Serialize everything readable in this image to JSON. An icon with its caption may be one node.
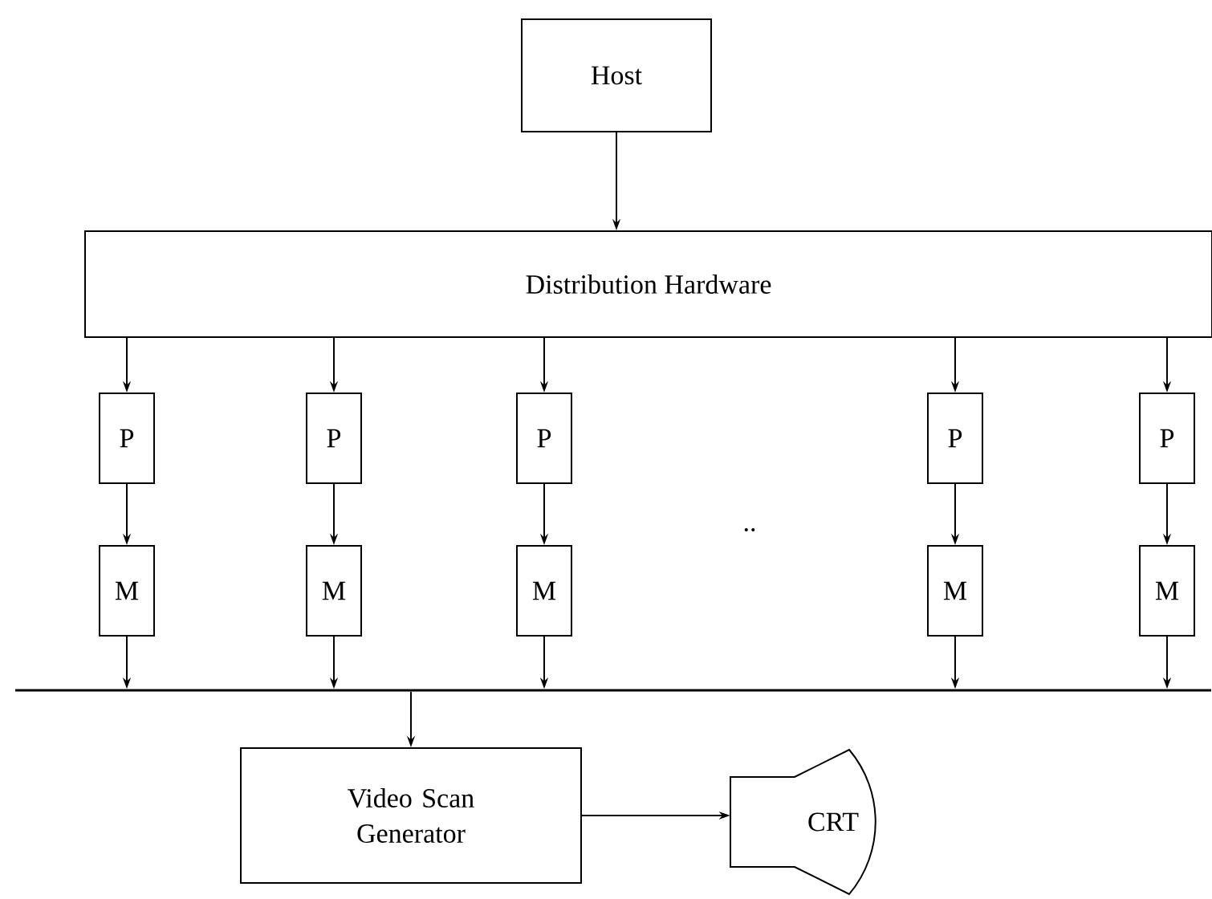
{
  "diagram": {
    "nodes": [
      {
        "text": [
          "Host"
        ]
      },
      {
        "text": [
          "Distribution Hardware"
        ]
      },
      {
        "text": [
          "P"
        ]
      },
      {
        "text": [
          "P"
        ]
      },
      {
        "text": [
          "P"
        ]
      },
      {
        "text": [
          "P"
        ]
      },
      {
        "text": [
          "P"
        ]
      },
      {
        "text": [
          "M"
        ]
      },
      {
        "text": [
          "M"
        ]
      },
      {
        "text": [
          "M"
        ]
      },
      {
        "text": [
          "M"
        ]
      },
      {
        "text": [
          "M"
        ]
      },
      {
        "text": [],
        "shape": "line"
      },
      {
        "text": [
          "Video Scan Generator"
        ]
      },
      {
        "text": [
          "CRT"
        ]
      }
    ],
    "edges": [
      {
        "from": 0,
        "to": 1,
        "arrow": "to"
      },
      {
        "from": 1,
        "to": 2,
        "arrow": "to"
      },
      {
        "from": 1,
        "to": 3,
        "arrow": "to"
      },
      {
        "from": 1,
        "to": 4,
        "arrow": "to"
      },
      {
        "from": 1,
        "to": 5,
        "arrow": "to"
      },
      {
        "from": 1,
        "to": 6,
        "arrow": "to"
      },
      {
        "from": 2,
        "to": 7,
        "arrow": "to"
      },
      {
        "from": 3,
        "to": 8,
        "arrow": "to"
      },
      {
        "from": 4,
        "to": 9,
        "arrow": "to"
      },
      {
        "from": 5,
        "to": 10,
        "arrow": "to"
      },
      {
        "from": 6,
        "to": 11,
        "arrow": "to"
      },
      {
        "from": 7,
        "to": 12,
        "arrow": "to"
      },
      {
        "from": 8,
        "to": 12,
        "arrow": "to"
      },
      {
        "from": 9,
        "to": 12,
        "arrow": "to"
      },
      {
        "from": 10,
        "to": 12,
        "arrow": "to"
      },
      {
        "from": 11,
        "to": 12,
        "arrow": "to"
      },
      {
        "from": 12,
        "to": 13,
        "arrow": "to"
      },
      {
        "from": 13,
        "to": 14,
        "arrow": "to"
      }
    ],
    "labels": [
      ".."
    ]
  }
}
